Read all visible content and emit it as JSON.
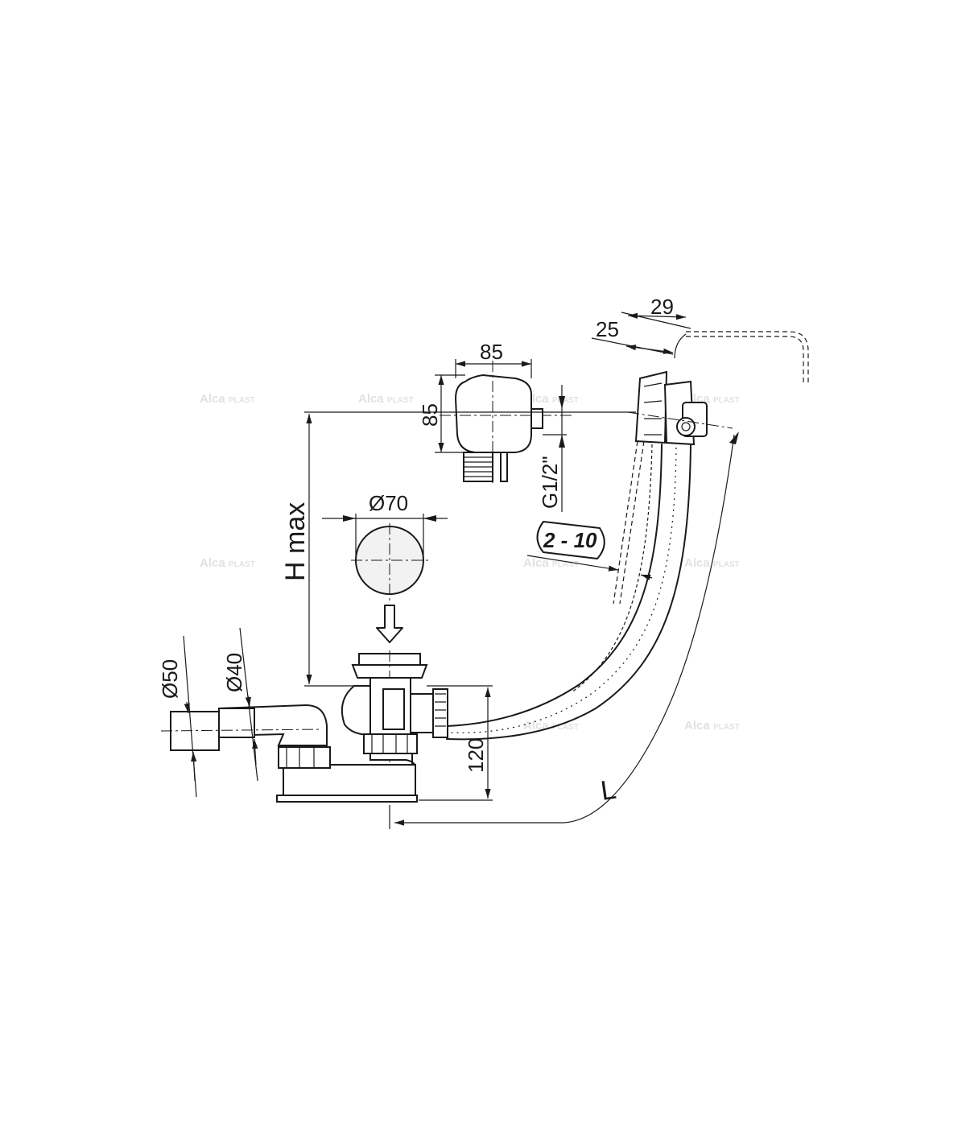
{
  "dimensions": {
    "d29": "29",
    "d25": "25",
    "d85_width": "85",
    "d85_height": "85",
    "thread": "G1/2\"",
    "diameter70": "Ø70",
    "h_max": "H max",
    "thickness_range": "2 - 10",
    "diameter50": "Ø50",
    "diameter40": "Ø40",
    "d120": "120",
    "length": "L"
  },
  "watermark": {
    "brand_main": "Alca",
    "brand_sub": "PLAST"
  }
}
